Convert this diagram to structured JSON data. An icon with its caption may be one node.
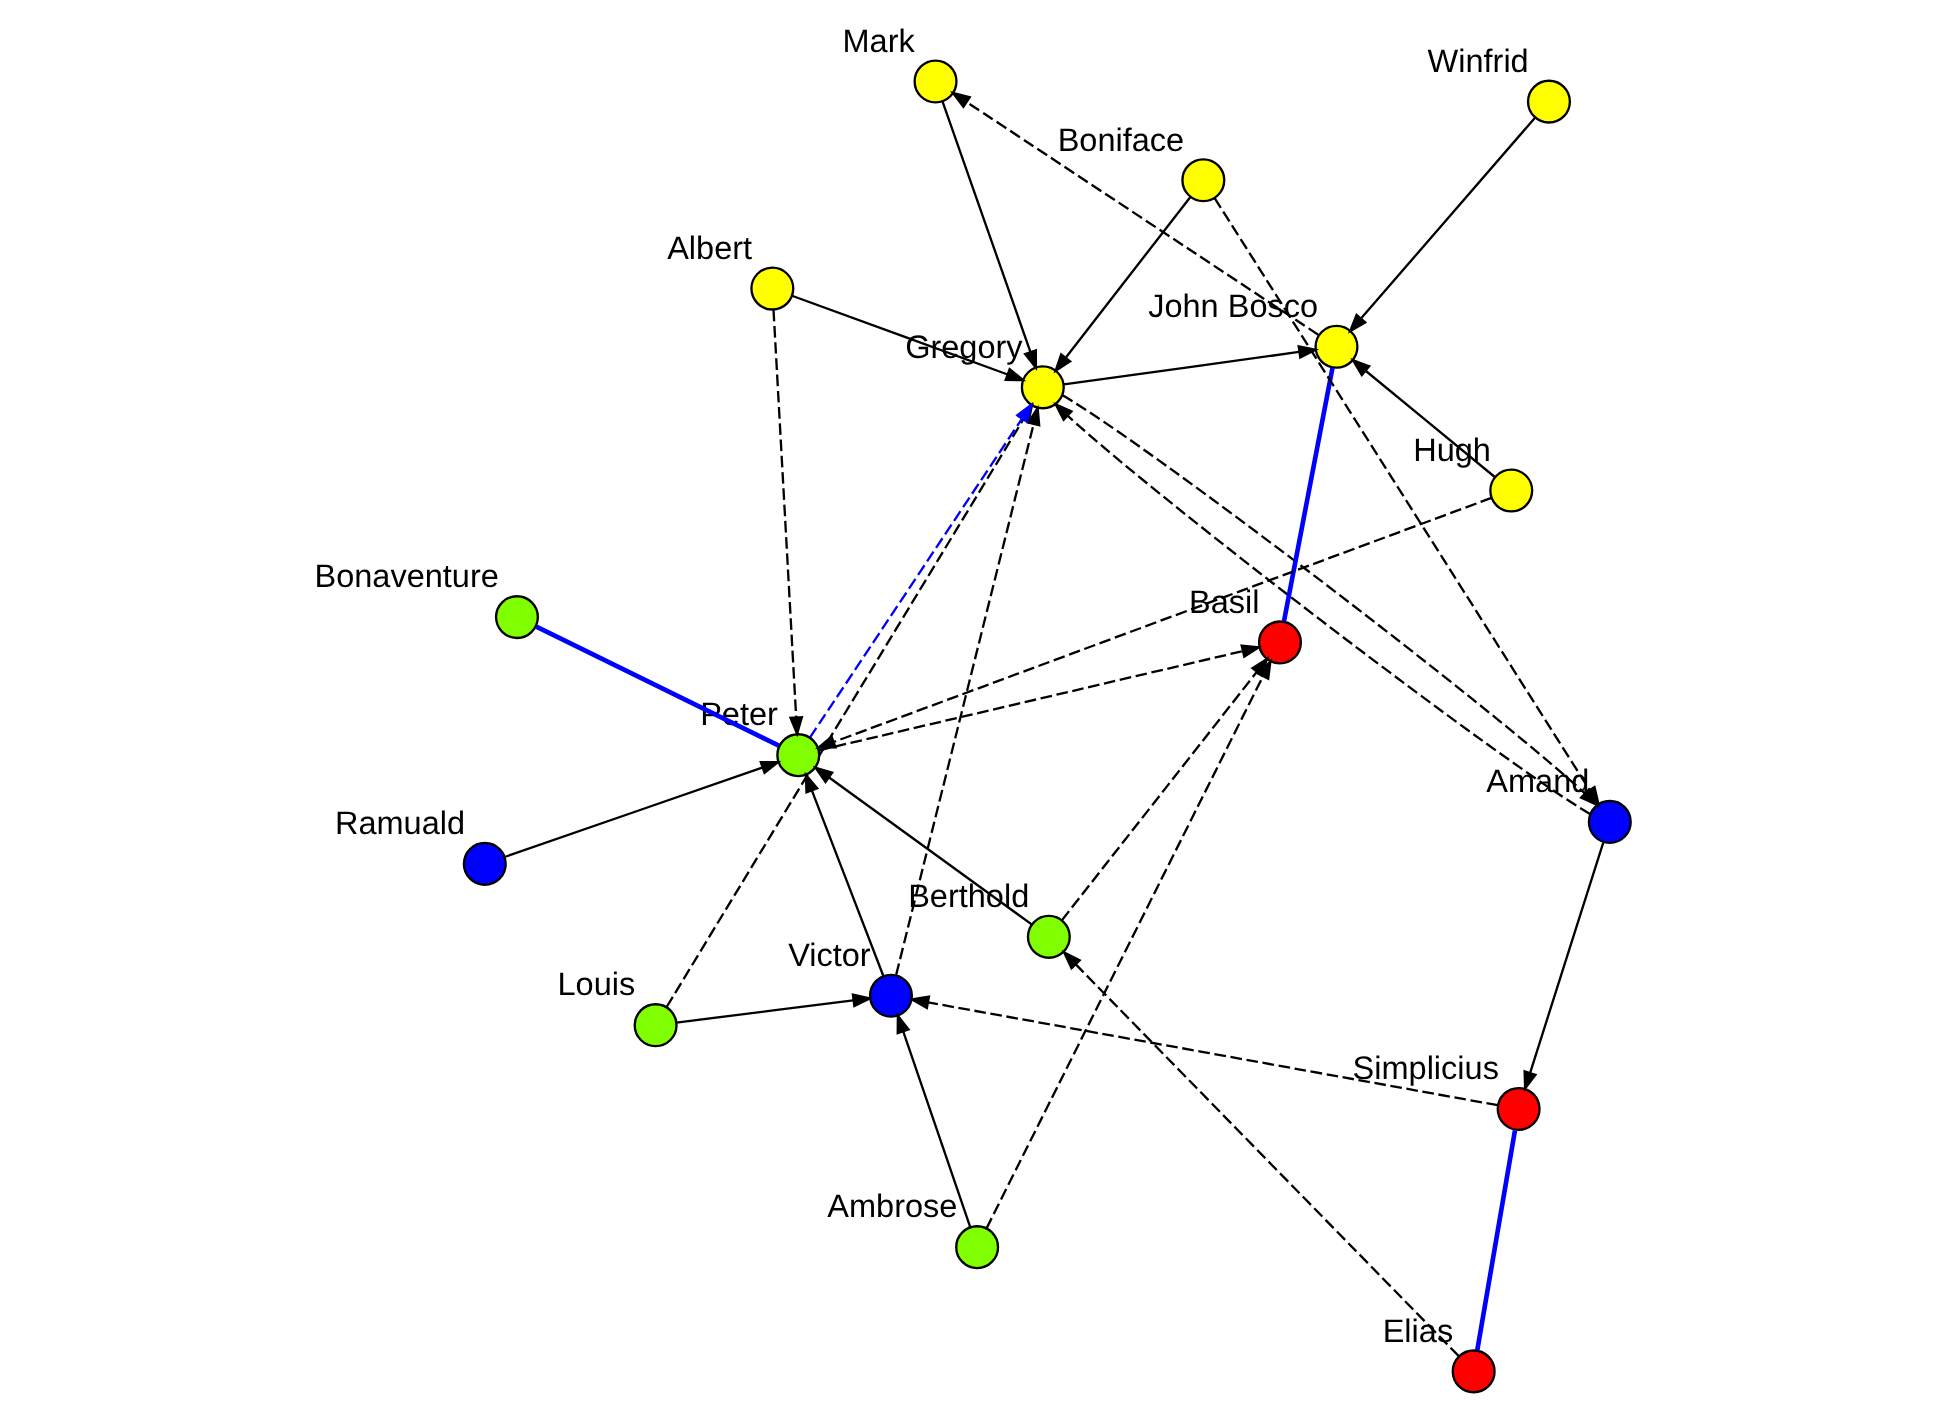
{
  "diagram": {
    "nodes": [
      {
        "text": [],
        "shape": "circle",
        "beside": [
          "Louis"
        ]
      },
      {
        "text": [],
        "shape": "circle",
        "beside": [
          "Ambrose"
        ]
      },
      {
        "text": [],
        "shape": "circle",
        "beside": [
          "Victor"
        ]
      },
      {
        "text": [],
        "shape": "circle",
        "beside": [
          "Bonaventure"
        ]
      },
      {
        "text": [],
        "shape": "circle",
        "beside": [
          "Berthold"
        ]
      },
      {
        "text": [],
        "shape": "circle",
        "beside": [
          "Peter"
        ]
      },
      {
        "text": [],
        "shape": "circle",
        "beside": [
          "Ramuald"
        ]
      },
      {
        "text": [],
        "shape": "circle",
        "beside": [
          "Simplicius"
        ]
      },
      {
        "text": [],
        "shape": "circle",
        "beside": [
          "Elias"
        ]
      },
      {
        "text": [],
        "shape": "circle",
        "beside": [
          "Amand"
        ]
      },
      {
        "text": [],
        "shape": "circle",
        "beside": [
          "Albert"
        ]
      },
      {
        "text": [],
        "shape": "circle",
        "beside": [
          "Mark"
        ]
      },
      {
        "text": [],
        "shape": "circle",
        "beside": [
          "Gregory"
        ]
      },
      {
        "text": [],
        "shape": "circle",
        "beside": [
          "Basil"
        ]
      },
      {
        "text": [],
        "shape": "circle",
        "beside": [
          "Boniface"
        ]
      },
      {
        "text": [],
        "shape": "circle",
        "beside": [
          "John Bosco"
        ]
      },
      {
        "text": [],
        "shape": "circle",
        "beside": [
          "Hugh"
        ]
      },
      {
        "text": [],
        "shape": "circle",
        "beside": [
          "Winfrid"
        ]
      }
    ],
    "edges": [
      {
        "from": 0,
        "to": 2,
        "arrow": "to"
      },
      {
        "from": 1,
        "to": 2,
        "arrow": "to"
      },
      {
        "from": 2,
        "to": 5,
        "arrow": "to"
      },
      {
        "from": 3,
        "to": 5,
        "arrow": "none",
        "color": "#0000ff"
      },
      {
        "from": 4,
        "to": 5,
        "arrow": "to"
      },
      {
        "from": 6,
        "to": 5,
        "arrow": "to"
      },
      {
        "from": 9,
        "to": 7,
        "arrow": "to"
      },
      {
        "from": 7,
        "to": 8,
        "arrow": "none",
        "color": "#0000ff"
      },
      {
        "from": 10,
        "to": 12,
        "arrow": "to"
      },
      {
        "from": 11,
        "to": 12,
        "arrow": "to"
      },
      {
        "from": 14,
        "to": 12,
        "arrow": "to"
      },
      {
        "from": 12,
        "to": 15,
        "arrow": "to"
      },
      {
        "from": 13,
        "to": 15,
        "arrow": "none",
        "color": "#0000ff"
      },
      {
        "from": 16,
        "to": 15,
        "arrow": "to"
      },
      {
        "from": 17,
        "to": 15,
        "arrow": "to"
      },
      {
        "from": 7,
        "to": 2,
        "arrow": "to",
        "style": "dashed"
      },
      {
        "from": 8,
        "to": 4,
        "arrow": "to",
        "style": "dashed"
      },
      {
        "from": 12,
        "to": 9,
        "arrow": "to",
        "style": "dashed"
      },
      {
        "from": 14,
        "to": 9,
        "arrow": "to",
        "style": "dashed"
      },
      {
        "from": 9,
        "to": 12,
        "arrow": "to",
        "style": "dashed"
      },
      {
        "from": 0,
        "to": 12,
        "arrow": "to",
        "style": "dashed"
      },
      {
        "from": 2,
        "to": 12,
        "arrow": "to",
        "style": "dashed"
      },
      {
        "from": 5,
        "to": 12,
        "arrow": "to",
        "style": "dashed",
        "color": "#0000ff"
      },
      {
        "from": 10,
        "to": 5,
        "arrow": "to",
        "style": "dashed"
      },
      {
        "from": 1,
        "to": 13,
        "arrow": "to",
        "style": "dashed"
      },
      {
        "from": 4,
        "to": 13,
        "arrow": "to",
        "style": "dashed"
      },
      {
        "from": 5,
        "to": 13,
        "arrow": "to",
        "style": "dashed"
      },
      {
        "from": 16,
        "to": 5,
        "arrow": "to",
        "style": "dashed"
      },
      {
        "from": 15,
        "to": 11,
        "arrow": "to",
        "style": "dashed"
      }
    ]
  }
}
